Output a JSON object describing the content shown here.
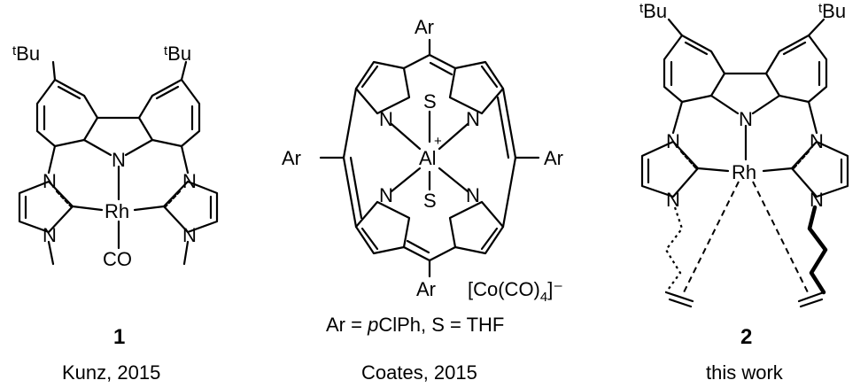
{
  "compound_1": {
    "number": "1",
    "caption": "Kunz, 2015",
    "tbu_sup": "t",
    "tbu_main": "Bu",
    "n_label": "N",
    "metal": "Rh",
    "ligand": "CO"
  },
  "compound_coates": {
    "aryl": "Ar",
    "n_label": "N",
    "solvent": "S",
    "metal": "Al",
    "charge_plus": "+",
    "anion": "[Co(CO)",
    "anion_sub": "4",
    "anion_charge": "]⁻",
    "legend_ar": "Ar = ",
    "legend_p": "p",
    "legend_rest": "ClPh, S = THF",
    "caption": "Coates, 2015"
  },
  "compound_2": {
    "number": "2",
    "caption": "this work",
    "tbu_sup": "t",
    "tbu_main": "Bu",
    "n_label": "N",
    "metal": "Rh"
  }
}
